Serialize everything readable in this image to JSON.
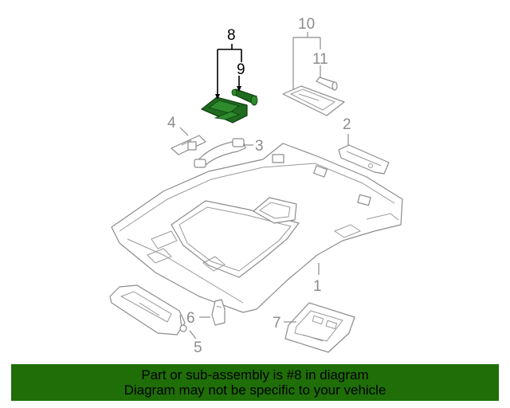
{
  "diagram": {
    "callouts": {
      "c1": "1",
      "c2": "2",
      "c3": "3",
      "c4": "4",
      "c5": "5",
      "c6": "6",
      "c7": "7",
      "c8": "8",
      "c9": "9",
      "c10": "10",
      "c11": "11"
    },
    "highlighted_part": "8",
    "colors": {
      "highlight_part": "#1f6b1f",
      "line_art": "#8c8c8c",
      "banner": "#1f6e08"
    }
  },
  "banner": {
    "line1": "Part or sub-assembly is #8 in diagram",
    "line2": "Diagram may not be specific to your vehicle"
  }
}
